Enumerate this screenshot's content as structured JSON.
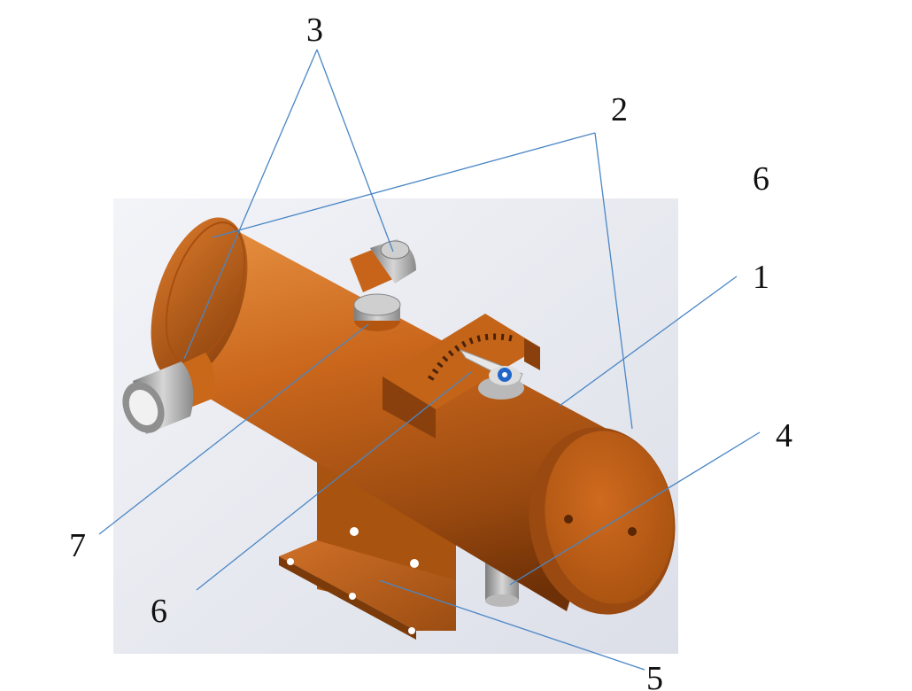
{
  "labels": {
    "l3": "3",
    "l2": "2",
    "l6_top": "6",
    "l1": "1",
    "l4": "4",
    "l7": "7",
    "l6_bottom": "6",
    "l5": "5"
  },
  "colors": {
    "body_orange": "#c8661b",
    "body_dark": "#7a3608",
    "body_light": "#e38a3a",
    "metal_gray": "#9c9c9c",
    "leader_blue": "#4a86c5",
    "backdrop": "#e3e6ee",
    "indicator_blue": "#2166c8"
  }
}
